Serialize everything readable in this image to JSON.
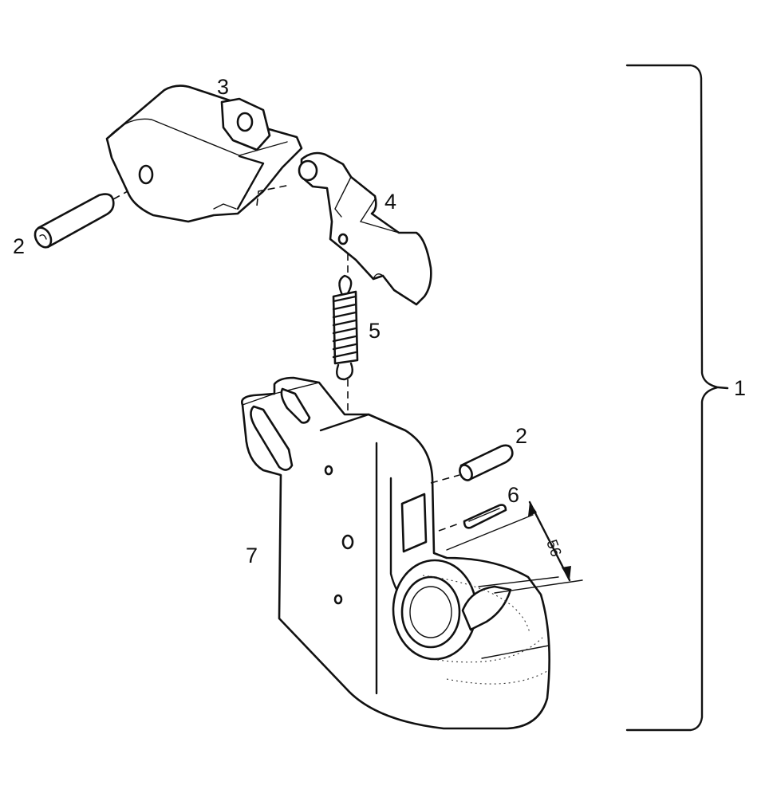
{
  "callouts": {
    "assembly": "1",
    "pin_upper": "2",
    "pin_lower": "2",
    "housing": "3",
    "latch": "4",
    "spring": "5",
    "clip": "6",
    "hook_body": "7"
  },
  "dimension": {
    "value": "56"
  }
}
